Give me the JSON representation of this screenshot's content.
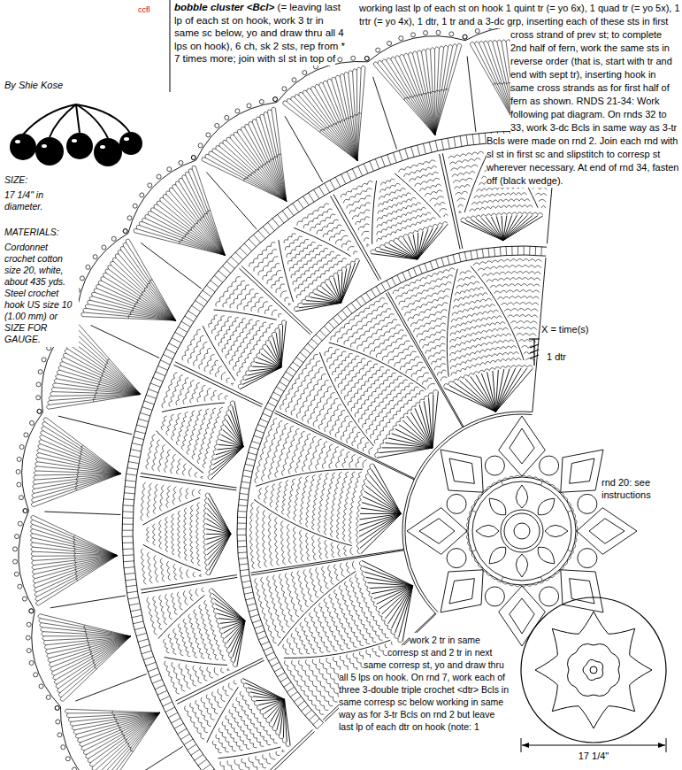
{
  "diagram": {
    "labels": [
      "ccfl",
      "bobble cluster <Bcl>",
      "(= leaving last lp of each st on hook, work 3 tr in same sc below, yo and draw thru all 4 lps on hook), 6 ch, sk 2 sts, rep from * 7 times more; join with sl st in top of",
      "By Shie Kose",
      "SIZE:",
      "17 1/4\" in diameter.",
      "MATERIALS:",
      "Cordonnet crochet cotton size 20, white, about 435 yds. Steel crochet hook US size 10 (1.00 mm) or SIZE FOR GAUGE.",
      "working last lp of each st on hook 1 quint tr (= yo 6x), 1 quad tr (= yo 5x), 1 trtr (= yo 4x), 1 dtr, 1 tr and a 3-dc grp, inserting each of these sts in first cross strand of prev st; to complete 2nd half of fern, work the same sts in reverse order (that is, start with tr and end with sept tr), inserting hook in same cross strands as for first half of fern as shown. RNDS 21-34: Work following pat diagram. On rnds 32 to 33, work 3-dc Bcls in same way as 3-tr Bcls were made on rnd 2. Join each rnd with sl st in first sc and slipstitch to corresp st wherever necessary. At end of rnd 34, fasten off (black wedge).",
      "X = time(s)",
      "1 dtr",
      "rnd 20: see instructions",
      "work 2 tr in same corresp st and 2 tr in next same corresp st, yo and draw thru all 5 lps on hook. On rnd 7, work each of three 3-double triple crochet <dtr> Bcls in same corresp sc below working in same way as for 3-tr Bcls on rnd 2 but leave last lp of each dtr on hook (note: 1",
      "17 1/4\""
    ]
  }
}
